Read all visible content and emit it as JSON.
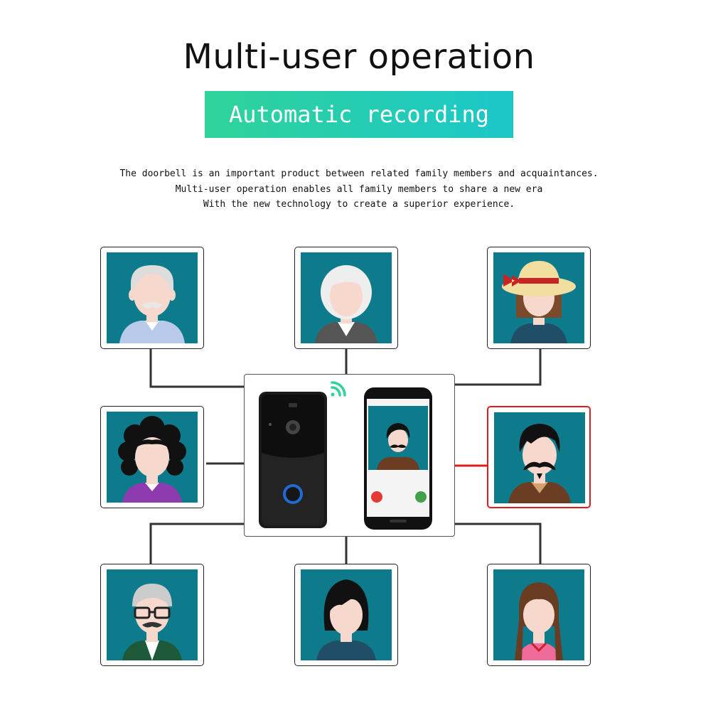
{
  "title": "Multi-user operation",
  "banner": {
    "label": "Automatic recording",
    "color_start": "#2fd39a",
    "color_end": "#1bc7c9"
  },
  "description": [
    "The doorbell is an important product between related family members and acquaintances.",
    "Multi-user operation enables all family members to share a new era",
    "With the new technology to create a superior experience."
  ],
  "colors": {
    "card_bg": "#0e7b8c",
    "wire": "#333333",
    "active_wire": "#e01c1c"
  },
  "users": [
    {
      "name": "grandfather-avatar"
    },
    {
      "name": "grandmother-avatar"
    },
    {
      "name": "girl-with-sun-hat-avatar"
    },
    {
      "name": "curly-hair-woman-avatar"
    },
    {
      "name": "mustache-man-avatar",
      "active": true
    },
    {
      "name": "old-man-with-glasses-avatar"
    },
    {
      "name": "short-hair-woman-avatar"
    },
    {
      "name": "braided-girl-avatar"
    }
  ],
  "devices": {
    "doorbell": "video-doorbell-icon",
    "phone": "smartphone-video-call-icon",
    "wifi": "wifi-icon"
  }
}
